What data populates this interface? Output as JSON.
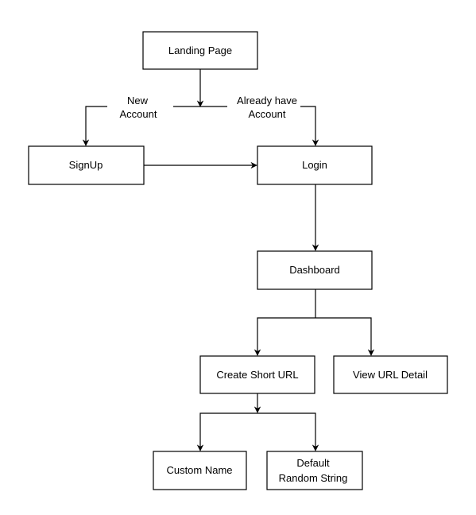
{
  "diagram": {
    "nodes": {
      "landing": "Landing Page",
      "signup": "SignUp",
      "login": "Login",
      "dashboard": "Dashboard",
      "create": "Create Short URL",
      "view": "View URL Detail",
      "custom": "Custom Name",
      "default_line1": "Default",
      "default_line2": "Random String"
    },
    "edge_labels": {
      "new_account_line1": "New",
      "new_account_line2": "Account",
      "already_line1": "Already have",
      "already_line2": "Account"
    },
    "colors": {
      "stroke": "#000000",
      "background": "#ffffff"
    }
  }
}
